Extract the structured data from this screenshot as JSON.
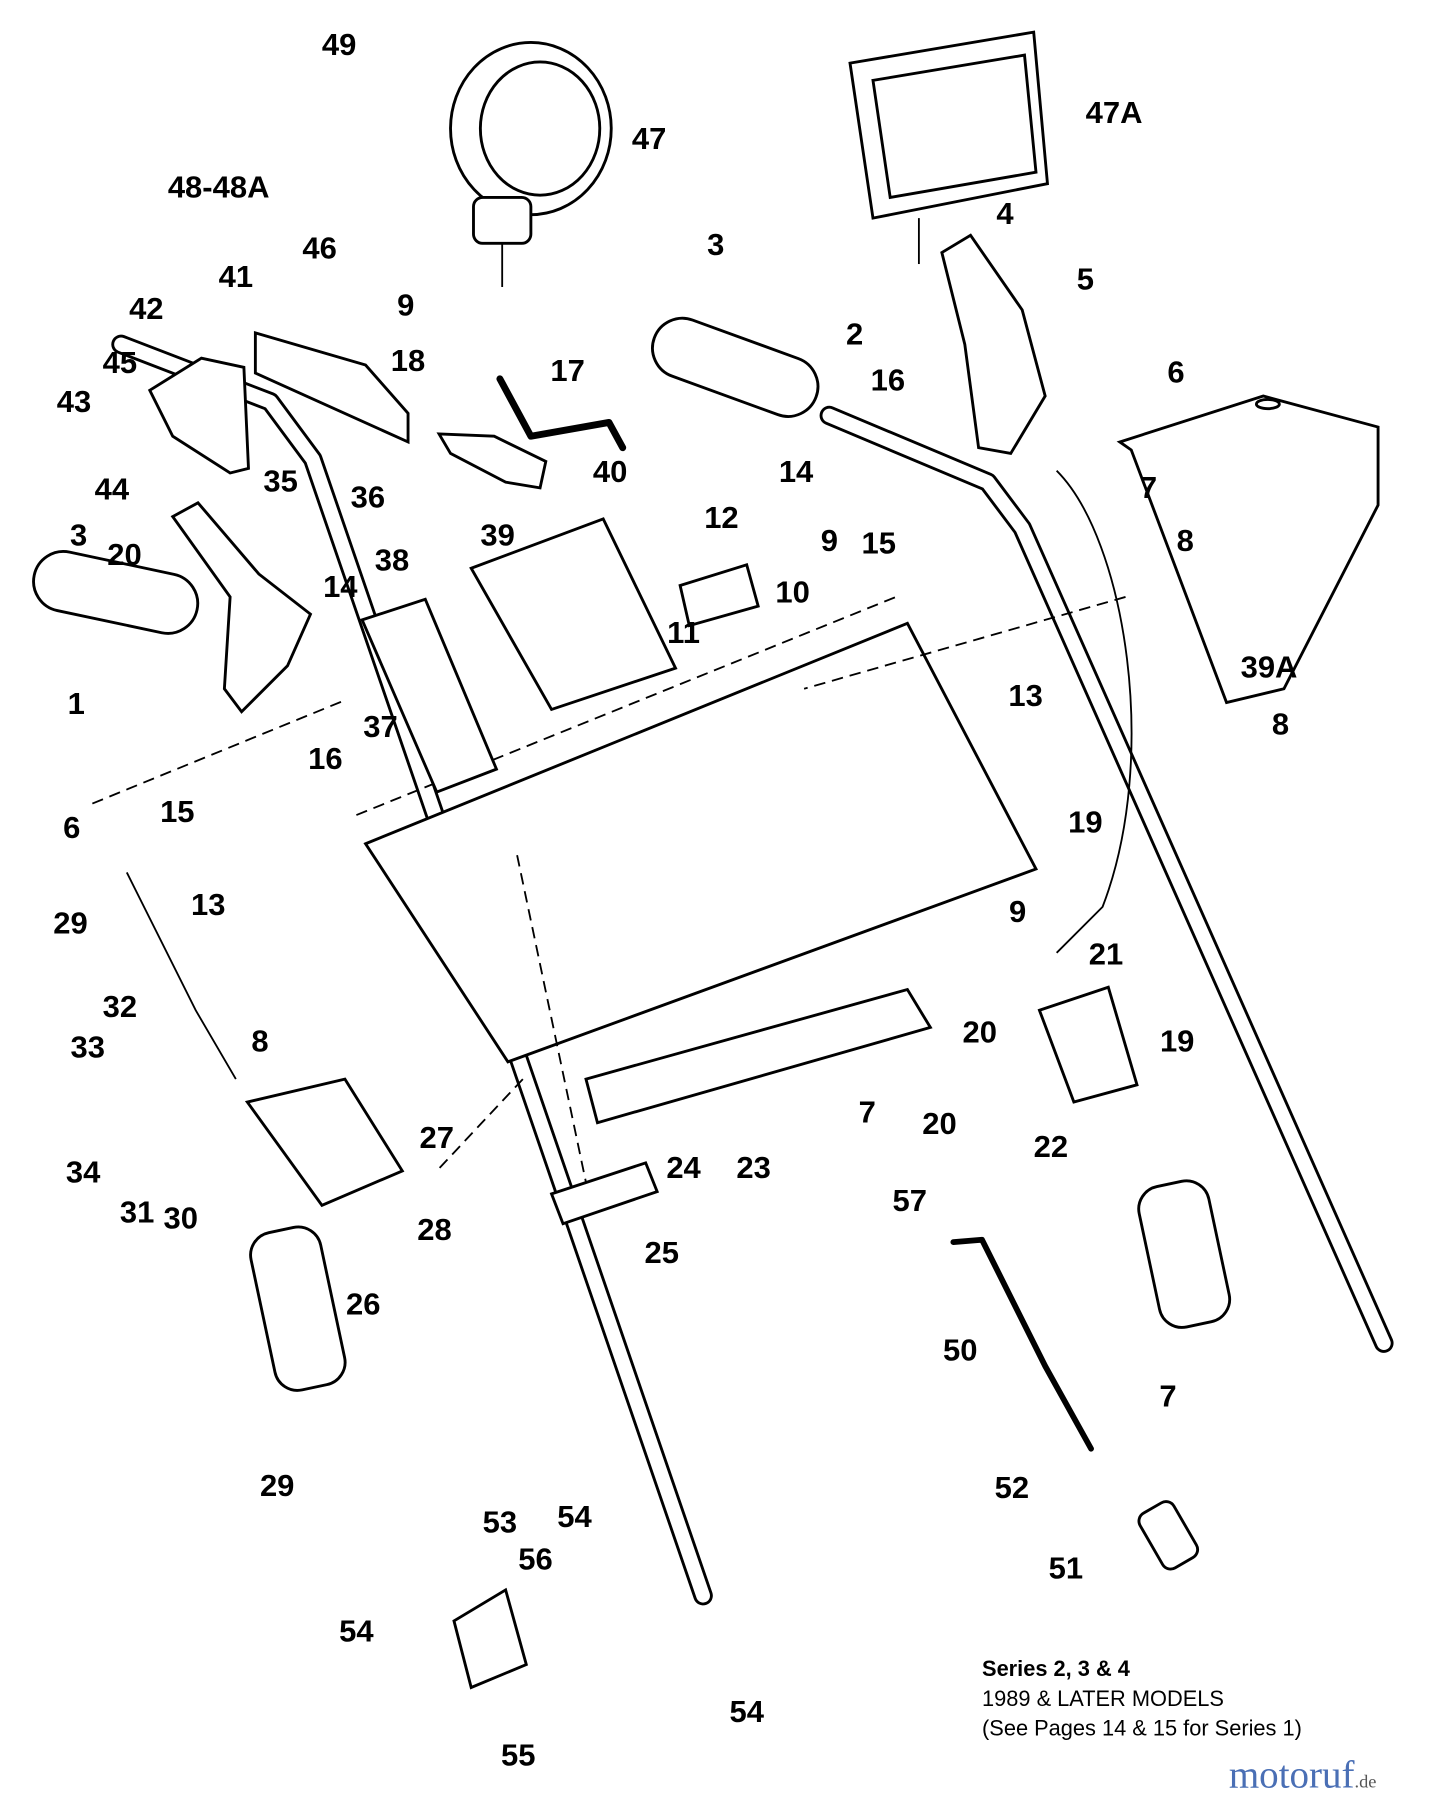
{
  "labels": [
    "49",
    "47",
    "48-48A",
    "47A",
    "46",
    "9",
    "41",
    "42",
    "18",
    "17",
    "3",
    "2",
    "4",
    "5",
    "6",
    "16",
    "45",
    "43",
    "44",
    "20",
    "35",
    "36",
    "40",
    "39",
    "38",
    "12",
    "14",
    "15",
    "9",
    "8",
    "10",
    "11",
    "39A",
    "3",
    "14",
    "1",
    "16",
    "13",
    "8",
    "37",
    "6",
    "15",
    "19",
    "29",
    "13",
    "9",
    "21",
    "20",
    "19",
    "8",
    "32",
    "33",
    "24",
    "23",
    "7",
    "20",
    "22",
    "34",
    "27",
    "31",
    "30",
    "28",
    "57",
    "25",
    "26",
    "50",
    "7",
    "29",
    "52",
    "53",
    "54",
    "56",
    "51",
    "54",
    "55",
    "54",
    "7"
  ],
  "note": {
    "line1": "Series 2, 3 & 4",
    "line2": "1989 & LATER MODELS",
    "line3": "(See Pages 14 & 15 for Series 1)"
  },
  "watermark": {
    "main": "motoruf",
    "suffix": ".de"
  }
}
